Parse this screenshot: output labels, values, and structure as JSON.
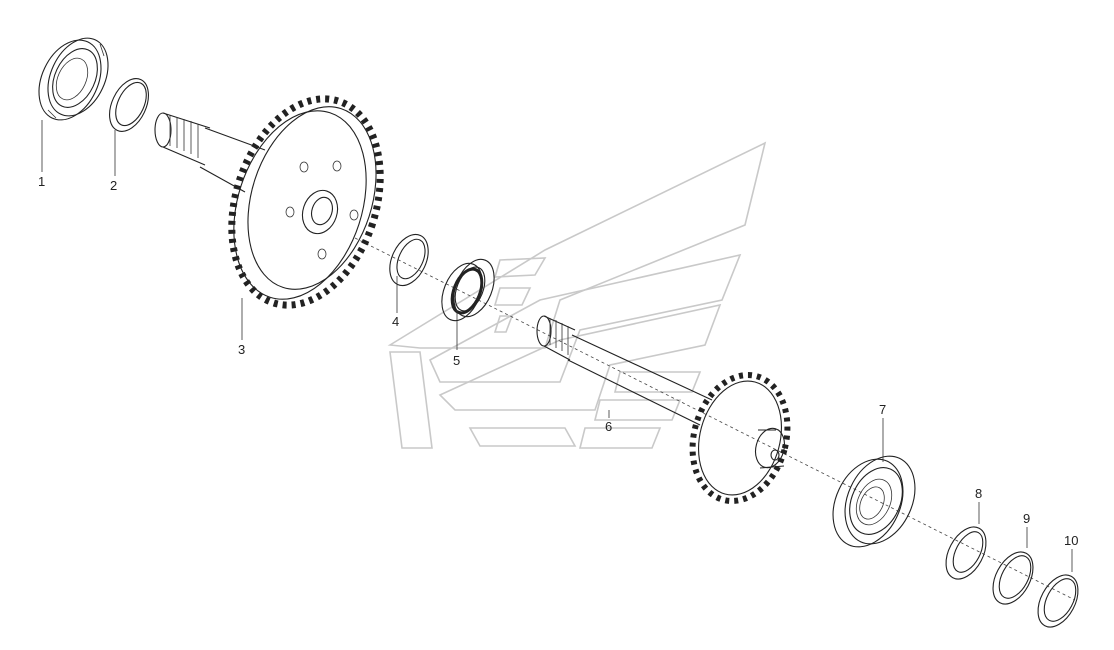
{
  "parts": [
    {
      "label": "1",
      "name": "Bearing"
    },
    {
      "label": "2",
      "name": "Ring"
    },
    {
      "label": "3",
      "name": "Gear shaft"
    },
    {
      "label": "4",
      "name": "Ring"
    },
    {
      "label": "5",
      "name": "Bearing"
    },
    {
      "label": "6",
      "name": "Pinion shaft"
    },
    {
      "label": "7",
      "name": "Bearing"
    },
    {
      "label": "8",
      "name": "Ring"
    },
    {
      "label": "9",
      "name": "Ring"
    },
    {
      "label": "10",
      "name": "Ring"
    }
  ]
}
